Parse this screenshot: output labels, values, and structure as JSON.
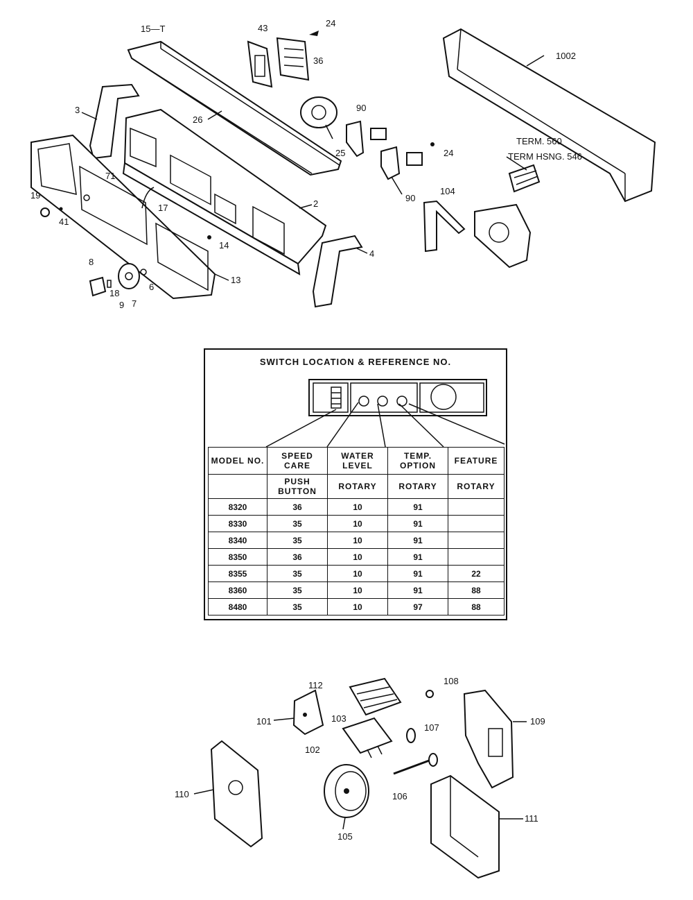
{
  "top_labels": {
    "l15": "15—T",
    "l43": "43",
    "l24a": "24",
    "l36": "36",
    "l1002": "1002",
    "l3": "3",
    "l26": "26",
    "l90a": "90",
    "l25": "25",
    "l24b": "24",
    "term560": "TERM. 560",
    "term546": "TERM HSNG. 546",
    "l90b": "90",
    "l104": "104",
    "l71": "71",
    "l2": "2",
    "l17": "17",
    "l19": "19",
    "l41": "41",
    "l14": "14",
    "l4": "4",
    "l8": "8",
    "l6": "6",
    "l13": "13",
    "l18": "18",
    "l9": "9",
    "l7": "7"
  },
  "switch_table": {
    "title": "SWITCH LOCATION & REFERENCE NO.",
    "headers": [
      "MODEL NO.",
      "SPEED CARE",
      "WATER LEVEL",
      "TEMP. OPTION",
      "FEATURE"
    ],
    "subheaders": [
      "",
      "PUSH BUTTON",
      "ROTARY",
      "ROTARY",
      "ROTARY"
    ],
    "rows": [
      [
        "8320",
        "36",
        "10",
        "91",
        ""
      ],
      [
        "8330",
        "35",
        "10",
        "91",
        ""
      ],
      [
        "8340",
        "35",
        "10",
        "91",
        ""
      ],
      [
        "8350",
        "36",
        "10",
        "91",
        ""
      ],
      [
        "8355",
        "35",
        "10",
        "91",
        "22"
      ],
      [
        "8360",
        "35",
        "10",
        "91",
        "88"
      ],
      [
        "8480",
        "35",
        "10",
        "97",
        "88"
      ]
    ]
  },
  "bottom_labels": {
    "l112": "112",
    "l101": "101",
    "l103": "103",
    "l108": "108",
    "l109": "109",
    "l107": "107",
    "l102": "102",
    "l110": "110",
    "l106": "106",
    "l105": "105",
    "l111": "111"
  }
}
